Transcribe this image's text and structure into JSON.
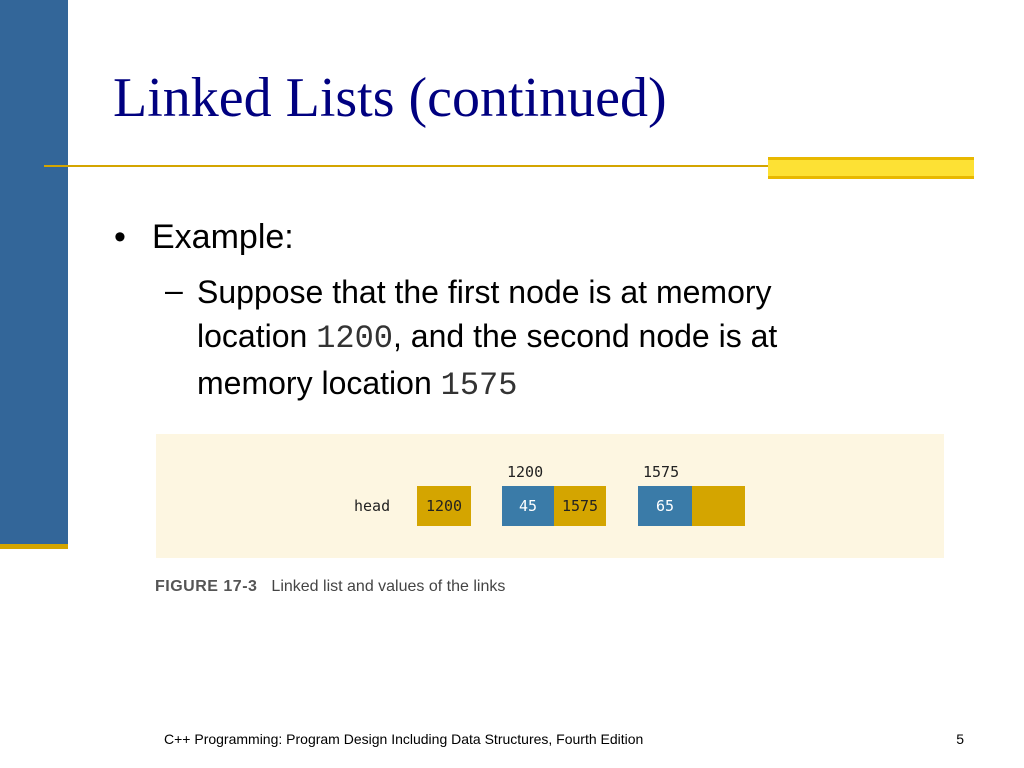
{
  "slide": {
    "title": "Linked Lists (continued)",
    "bullet": "Example:",
    "sub_bullet": {
      "part1": "Suppose that the first node is at memory location ",
      "code1": "1200",
      "part2": ", and the second node is at memory location ",
      "code2": "1575"
    }
  },
  "figure": {
    "address_labels": [
      "1200",
      "1575"
    ],
    "head_label": "head",
    "head_value": "1200",
    "node1": {
      "info": "45",
      "link": "1575"
    },
    "node2": {
      "info": "65",
      "link": ""
    },
    "caption_label": "FIGURE 17-3",
    "caption_text": "Linked list and values of the links"
  },
  "footer": {
    "text": "C++ Programming: Program Design Including Data Structures, Fourth Edition",
    "page_number": "5"
  },
  "colors": {
    "sidebar": "#336699",
    "accent_gold": "#d4a500",
    "title_navy": "#000080",
    "node_blue": "#3a7ba8",
    "figure_bg": "#fdf6e1"
  }
}
